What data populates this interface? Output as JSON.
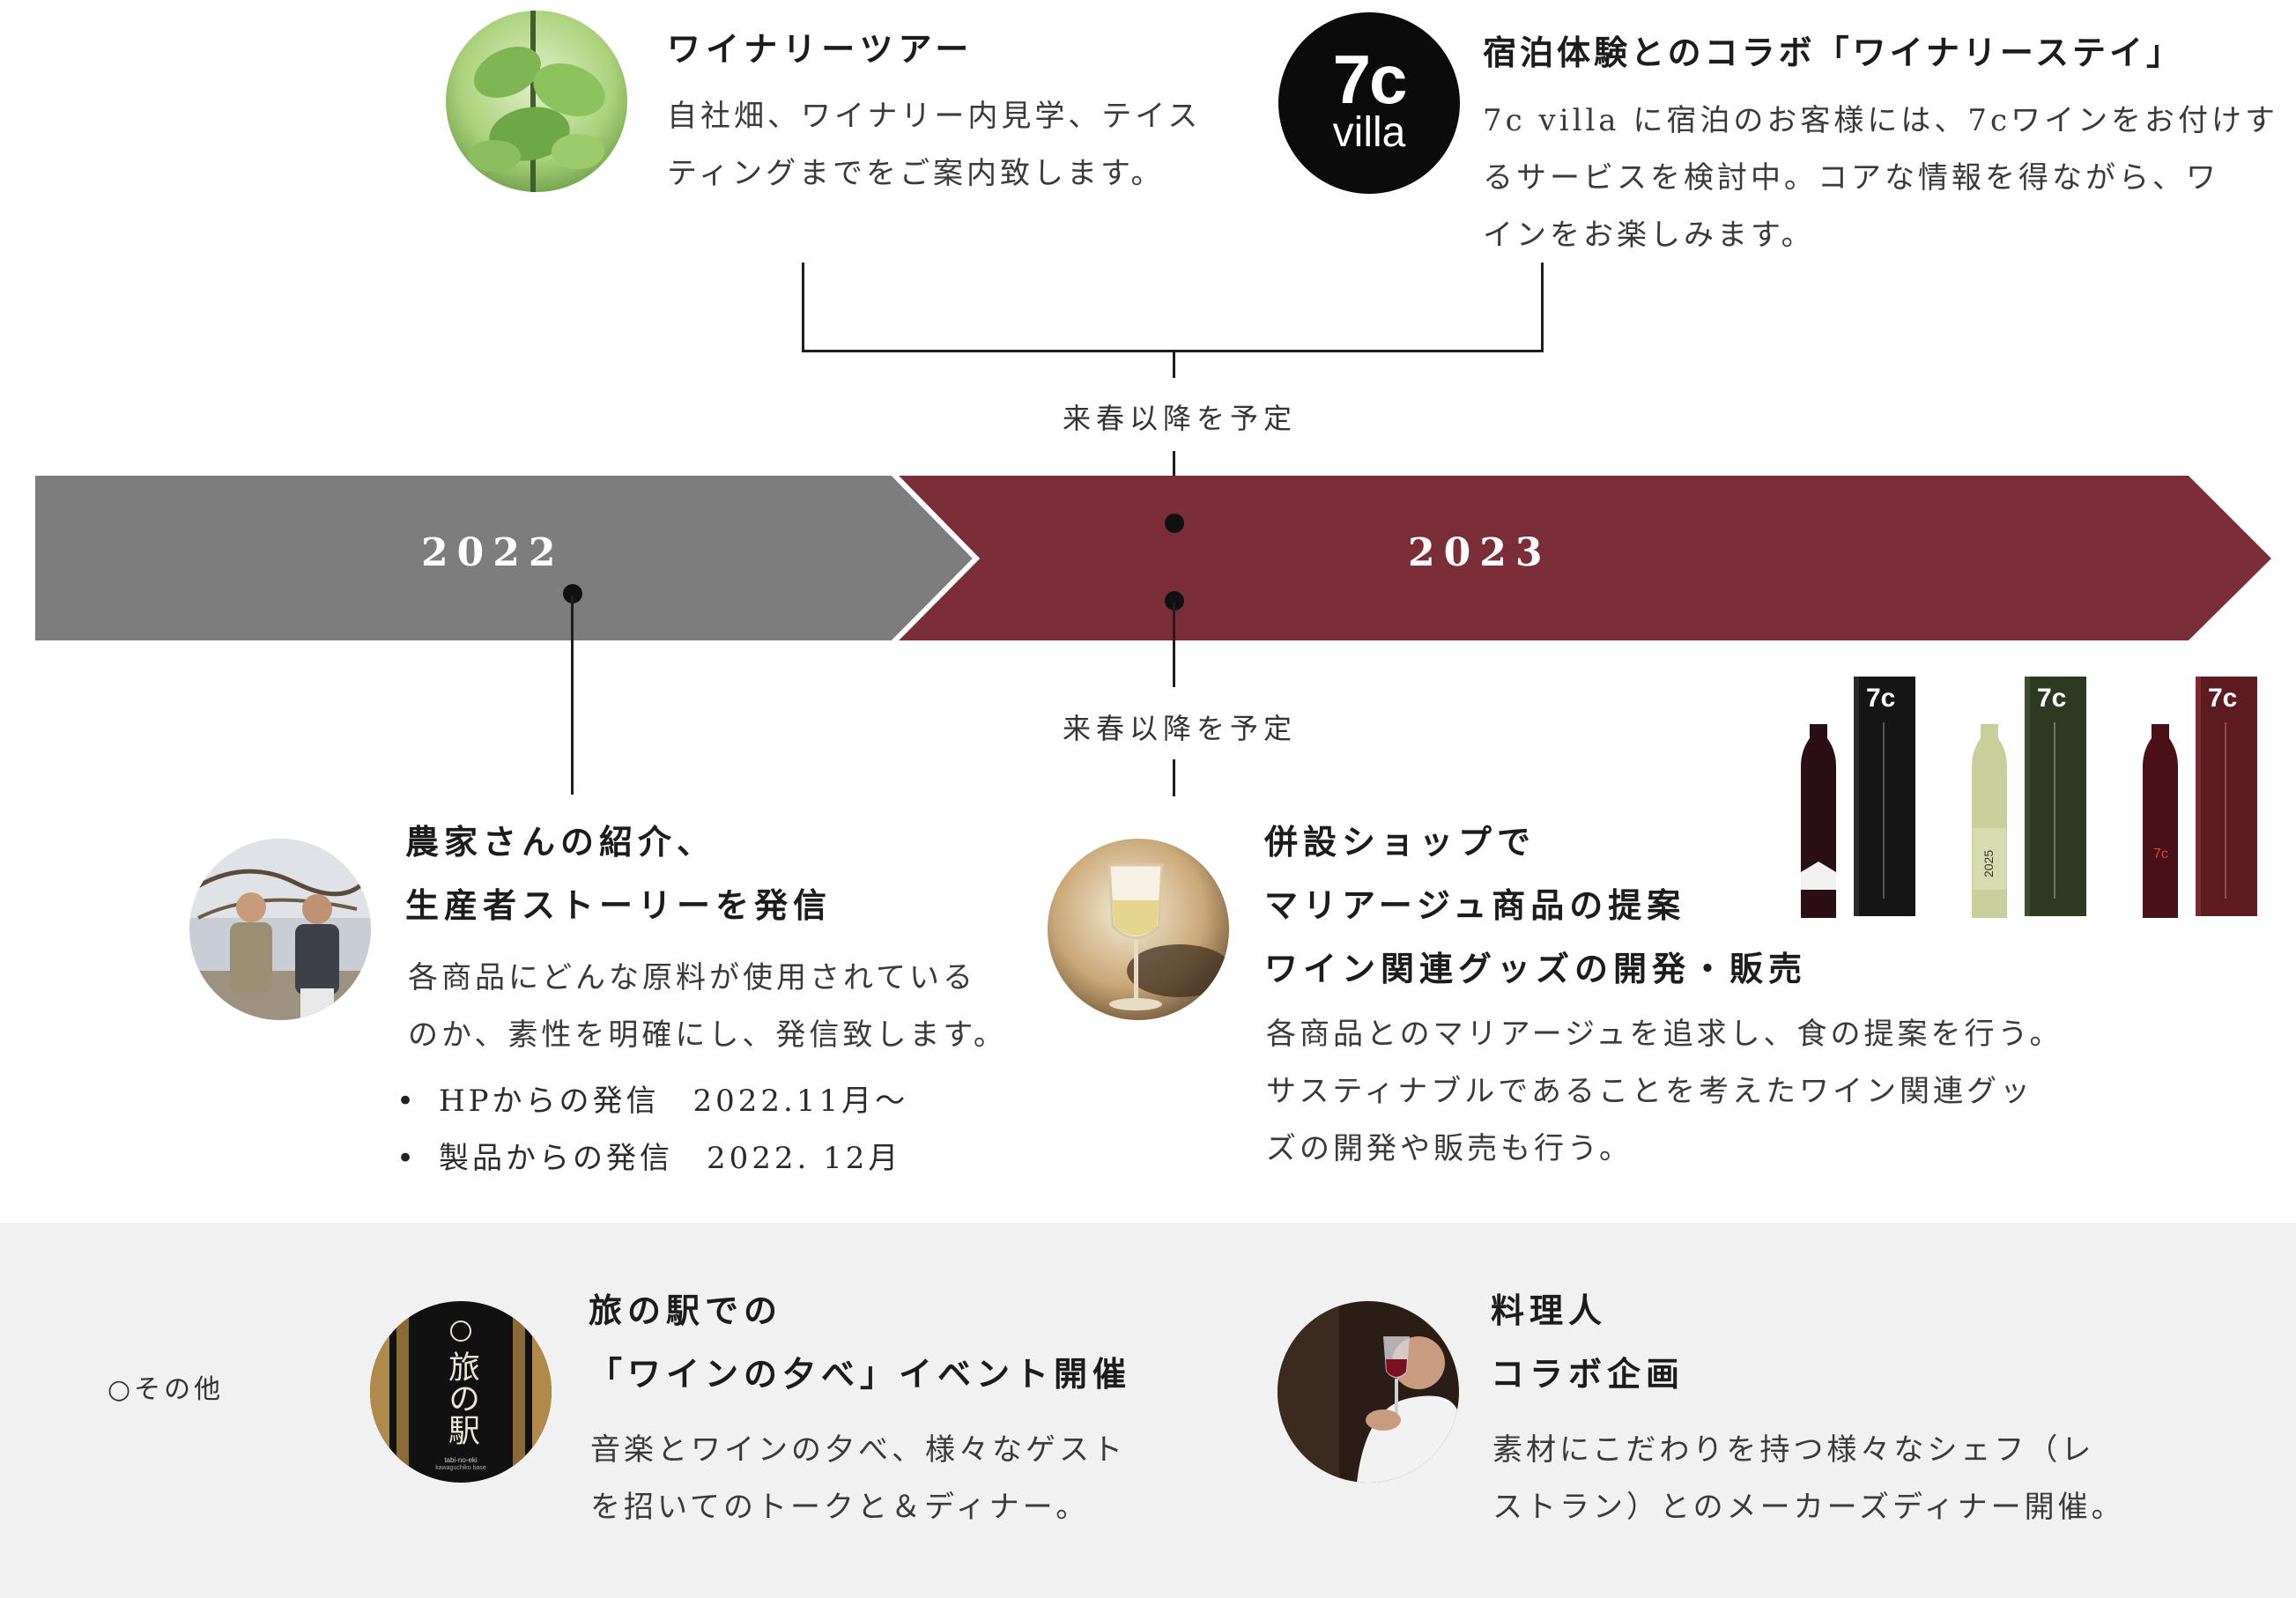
{
  "colors": {
    "year_2022": "#7d7d7d",
    "year_2023": "#7b2d38",
    "band": "#f1f1f1"
  },
  "timeline": {
    "year_2022": "2022",
    "year_2023": "2023",
    "plan_label_top": "来春以降を予定",
    "plan_label_bottom": "来春以降を予定"
  },
  "tour": {
    "title": "ワイナリーツアー",
    "body": [
      "自社畑、ワイナリー内見学、テイス",
      "ティングまでをご案内致します。"
    ],
    "image": "vineyard-leaves-photo"
  },
  "stay": {
    "logo_main": "7c",
    "logo_sub": "villa",
    "title": "宿泊体験とのコラボ「ワイナリーステイ」",
    "body": [
      "7c villa に宿泊のお客様には、7cワインをお付けす",
      "るサービスを検討中。コアな情報を得ながら、ワ",
      "インをお楽しみます。"
    ]
  },
  "farmer": {
    "title": [
      "農家さんの紹介、",
      "生産者ストーリーを発信"
    ],
    "body": [
      "各商品にどんな原料が使用されている",
      "のか、素性を明確にし、発信致します。"
    ],
    "bullets": [
      "HPからの発信　2022.11月～",
      "製品からの発信　2022. 12月"
    ],
    "image": "farmers-photo"
  },
  "shop": {
    "title": [
      "併設ショップで",
      "マリアージュ商品の提案",
      "ワイン関連グッズの開発・販売"
    ],
    "body": [
      "各商品とのマリアージュを追求し、食の提案を行う。",
      "サスティナブルであることを考えたワイン関連グッ",
      "ズの開発や販売も行う。"
    ],
    "image": "white-wine-glass-photo"
  },
  "products": {
    "bottles": [
      {
        "label": "7c",
        "box": "#151515",
        "wine": "#2a0f14"
      },
      {
        "label": "7c",
        "box": "#2c3a22",
        "wine": "#c9cf9a",
        "vintage": "2025"
      },
      {
        "label": "7c",
        "box": "#5e1b20",
        "wine": "#4a1018",
        "mark": "7c"
      }
    ]
  },
  "other": {
    "label": "○その他"
  },
  "station": {
    "title": [
      "旅の駅での",
      "「ワインの夕べ」イベント開催"
    ],
    "body": [
      "音楽とワインの夕べ、様々なゲスト",
      "を招いてのトークと＆ディナー。"
    ],
    "sign": {
      "main": "旅の駅",
      "sub1": "tabi-no-eki",
      "sub2": "kawaguchiko base"
    }
  },
  "chef": {
    "title": [
      "料理人",
      "コラボ企画"
    ],
    "body": [
      "素材にこだわりを持つ様々なシェフ（レ",
      "ストラン）とのメーカーズディナー開催。"
    ],
    "image": "red-wine-tasting-photo"
  }
}
